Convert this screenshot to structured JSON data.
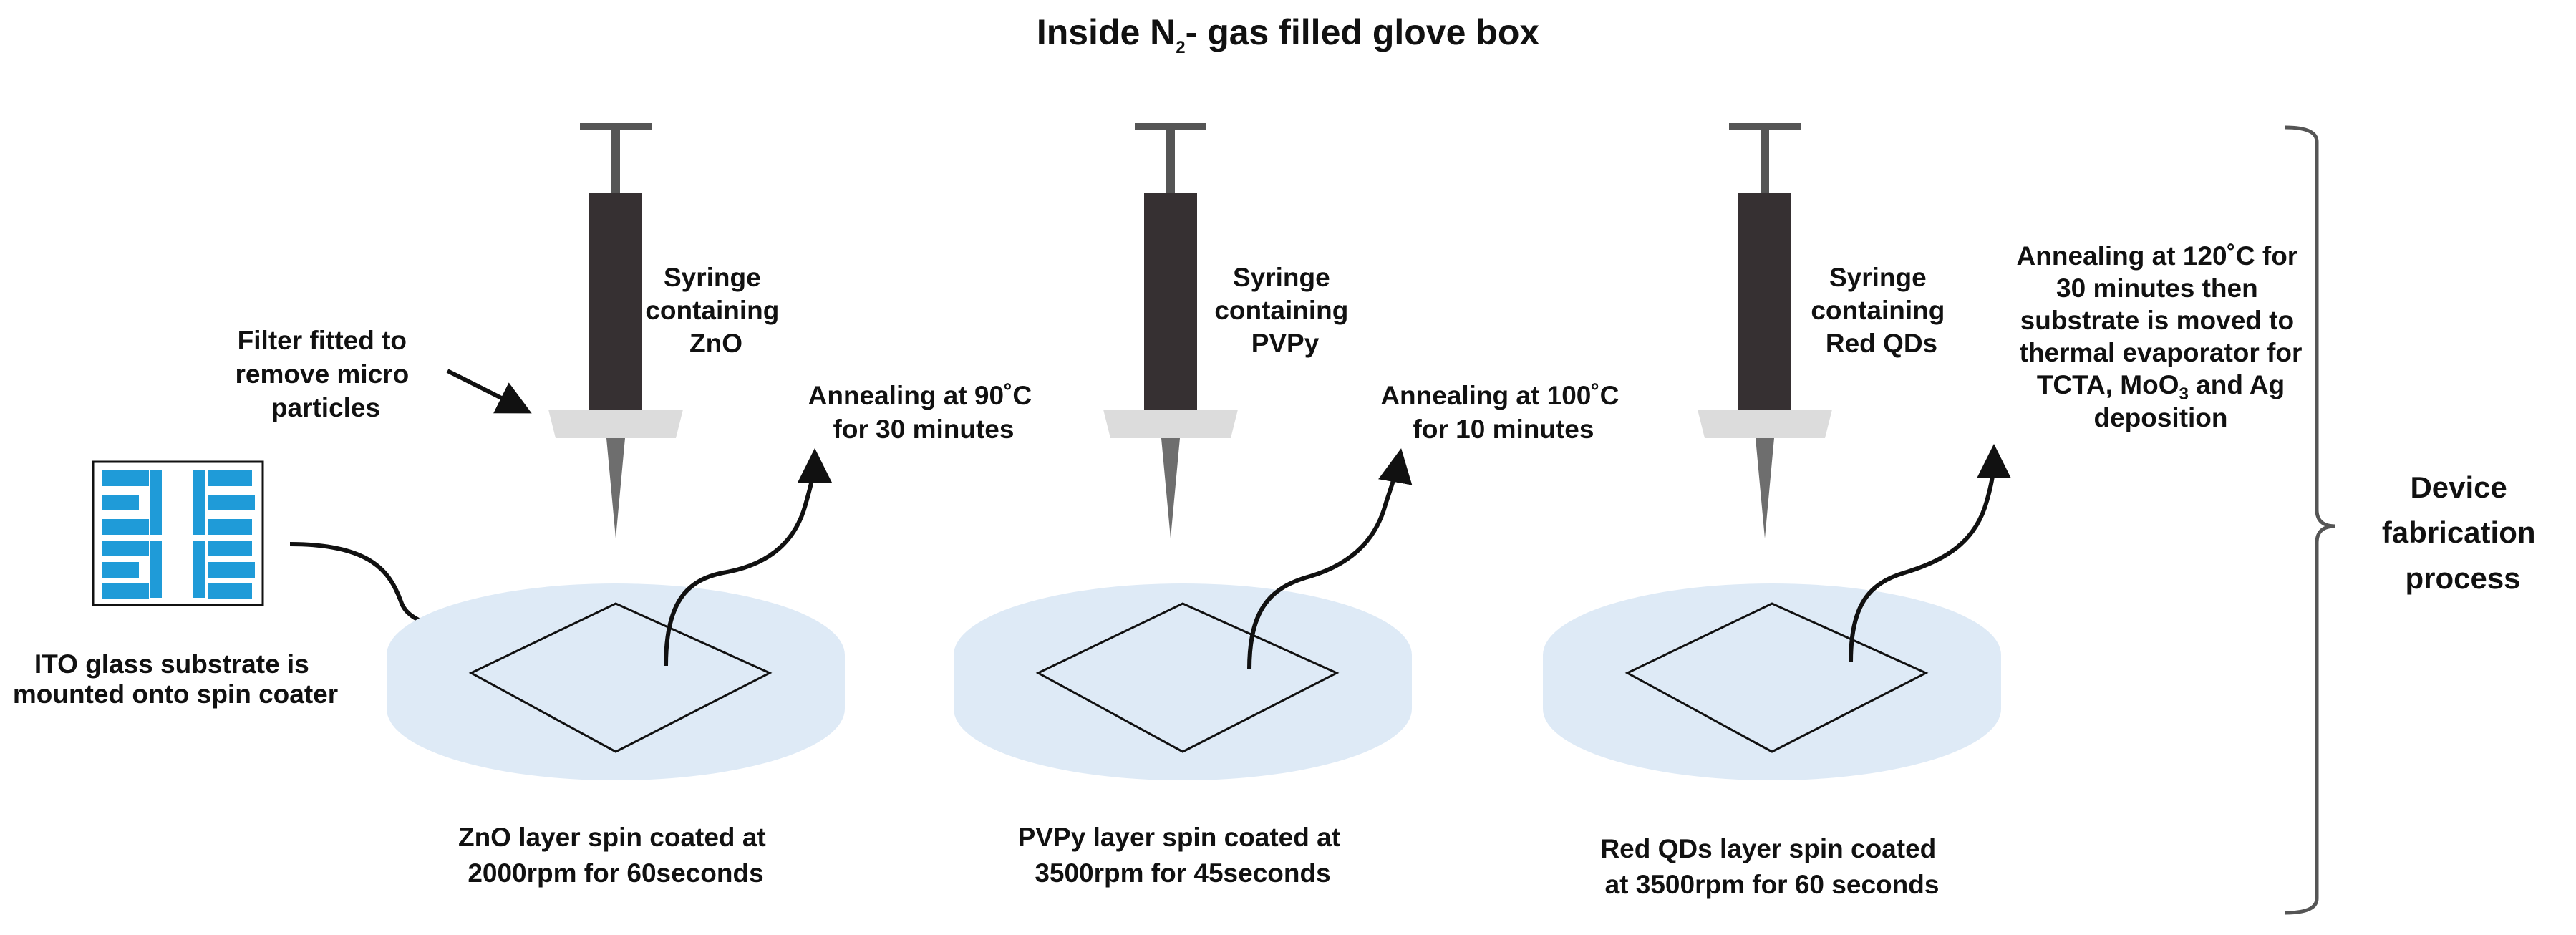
{
  "title": {
    "pre": "Inside N",
    "sub": "2",
    "post": "- gas filled glove box"
  },
  "substrate": {
    "lines": [
      "ITO glass substrate is",
      "mounted onto spin coater"
    ]
  },
  "filter": {
    "lines": [
      "Filter fitted to",
      "remove micro",
      "particles"
    ]
  },
  "stages": [
    {
      "syringe_lines": [
        "Syringe",
        "containing",
        "ZnO"
      ],
      "anneal_lines": [
        "Annealing at 90˚C",
        "for 30 minutes"
      ],
      "coat_lines": [
        "ZnO layer spin coated at",
        "2000rpm for 60seconds"
      ]
    },
    {
      "syringe_lines": [
        "Syringe",
        "containing",
        "PVPy"
      ],
      "anneal_lines": [
        "Annealing at 100˚C",
        "for 10 minutes"
      ],
      "coat_lines": [
        "PVPy layer spin coated at",
        "3500rpm for 45seconds"
      ]
    },
    {
      "syringe_lines": [
        "Syringe",
        "containing",
        "Red QDs"
      ],
      "anneal_lines": [
        "Annealing at 120˚C for",
        "30 minutes then",
        "substrate is moved to",
        "thermal evaporator for"
      ],
      "anneal_last": {
        "pre": "TCTA, MoO",
        "sub": "3",
        "post": " and Ag"
      },
      "anneal_final": "deposition",
      "coat_lines": [
        "Red QDs layer spin coated",
        "at 3500rpm for 60 seconds"
      ]
    }
  ],
  "process": {
    "lines": [
      "Device",
      "fabrication",
      "process"
    ]
  },
  "colors": {
    "syringe_body": "#363032",
    "plunger": "#555555",
    "filter": "#dcdcdc",
    "needle": "#6e6e6e",
    "spin_disk": "#deeaf6",
    "electrode": "#1f9bd8",
    "bracket": "#555555"
  }
}
